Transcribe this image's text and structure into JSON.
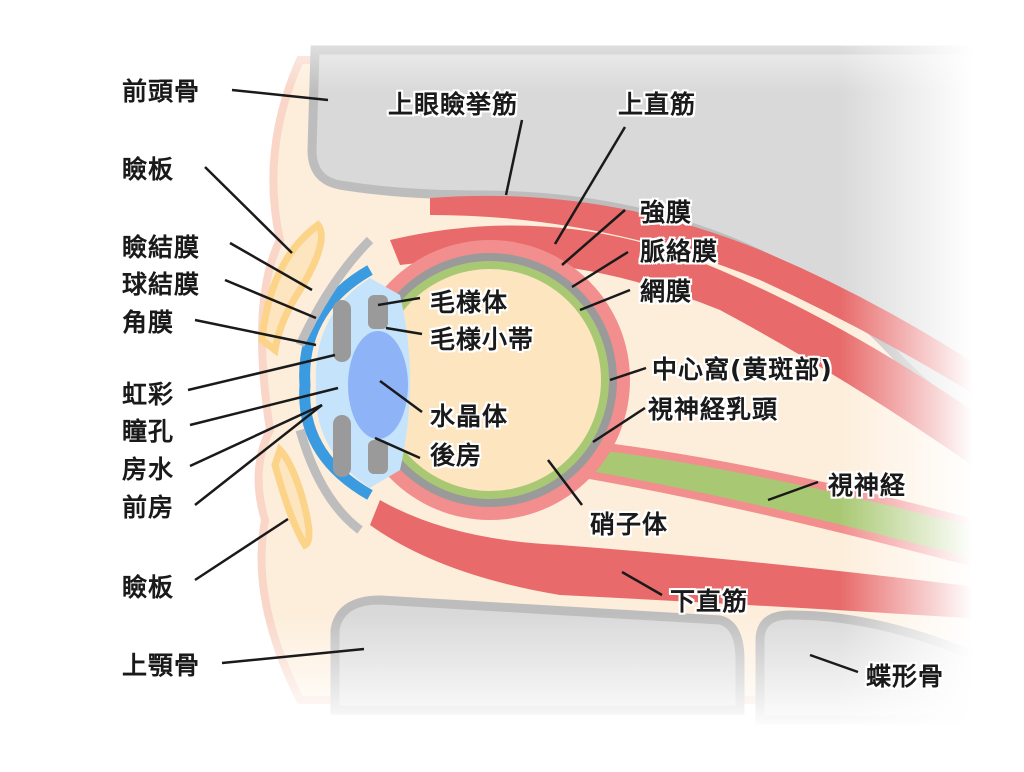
{
  "diagram": {
    "subject": "眼球と眼窩の断面図",
    "colors": {
      "bone": "#d9d9d9",
      "bone_outline": "#bdbdbd",
      "soft_tissue": "#fdeedb",
      "skin_outline": "#f9d6c8",
      "muscle": "#e86a6a",
      "sclera": "#f28e8e",
      "choroid": "#9a9a9a",
      "retina": "#a9c873",
      "vitreous": "#fde5bf",
      "cornea": "#3b9be0",
      "aqueous": "#c5e4fb",
      "lens": "#8fb3f7",
      "iris": "#9a9a9a",
      "tarsus": "#fbd48a",
      "optic_nerve": "#a9c873"
    },
    "labels": {
      "frontal_bone": "前頭骨",
      "tarsal_plate_upper": "瞼板",
      "palpebral_conjunctiva": "瞼結膜",
      "bulbar_conjunctiva": "球結膜",
      "cornea": "角膜",
      "iris": "虹彩",
      "pupil": "瞳孔",
      "aqueous_humor": "房水",
      "anterior_chamber": "前房",
      "tarsal_plate_lower": "瞼板",
      "maxilla": "上顎骨",
      "levator_palpebrae": "上眼瞼挙筋",
      "superior_rectus": "上直筋",
      "sclera": "強膜",
      "choroid": "脈絡膜",
      "retina": "網膜",
      "ciliary_body": "毛様体",
      "zonule": "毛様小帯",
      "lens": "水晶体",
      "posterior_chamber": "後房",
      "fovea": "中心窩(黄斑部)",
      "optic_disc": "視神経乳頭",
      "optic_nerve": "視神経",
      "vitreous_body": "硝子体",
      "inferior_rectus": "下直筋",
      "sphenoid_bone": "蝶形骨"
    }
  }
}
